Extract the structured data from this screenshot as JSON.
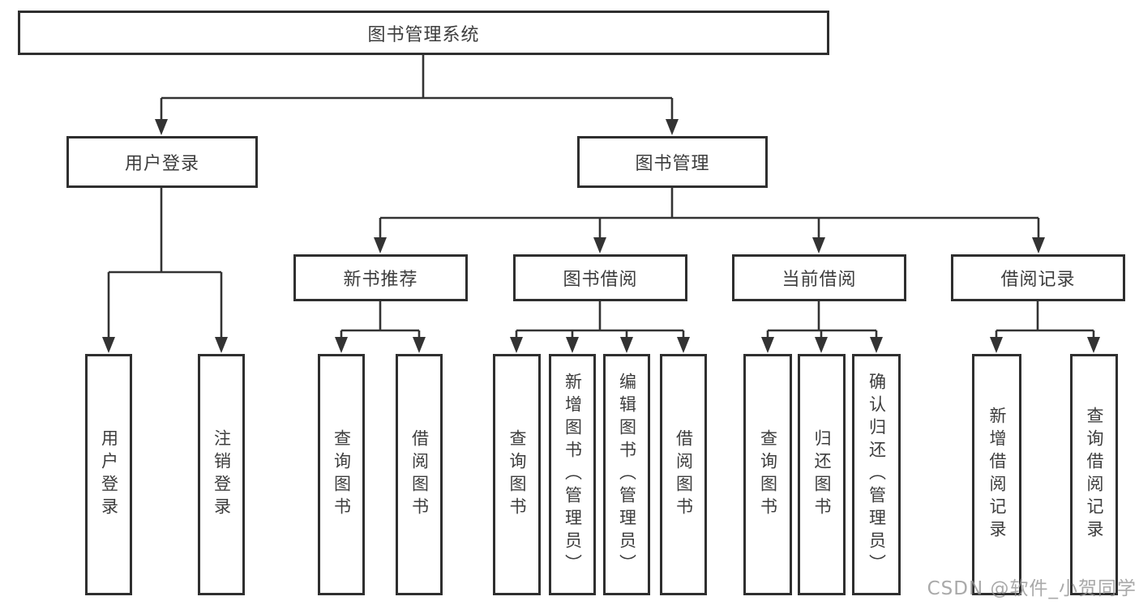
{
  "colors": {
    "line": "#333333",
    "text": "#3d3d3d",
    "box_background": "#ffffff",
    "watermark": "#949494"
  },
  "watermark": "CSDN @软件_小贺同学",
  "tree": {
    "label": "图书管理系统",
    "children": [
      {
        "label": "用户登录",
        "children": [
          {
            "label": "用户登录"
          },
          {
            "label": "注销登录"
          }
        ]
      },
      {
        "label": "图书管理",
        "children": [
          {
            "label": "新书推荐",
            "children": [
              {
                "label": "查询图书"
              },
              {
                "label": "借阅图书"
              }
            ]
          },
          {
            "label": "图书借阅",
            "children": [
              {
                "label": "查询图书"
              },
              {
                "label": "新增图书（管理员）"
              },
              {
                "label": "编辑图书（管理员）"
              },
              {
                "label": "借阅图书"
              }
            ]
          },
          {
            "label": "当前借阅",
            "children": [
              {
                "label": "查询图书"
              },
              {
                "label": "归还图书"
              },
              {
                "label": "确认归还（管理员）"
              }
            ]
          },
          {
            "label": "借阅记录",
            "children": [
              {
                "label": "新增借阅记录"
              },
              {
                "label": "查询借阅记录"
              }
            ]
          }
        ]
      }
    ]
  }
}
